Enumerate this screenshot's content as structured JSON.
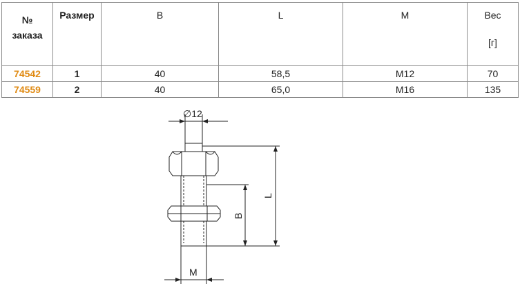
{
  "table": {
    "headers": {
      "order_line1": "№",
      "order_line2": "заказа",
      "size": "Размер",
      "b": "B",
      "l": "L",
      "m": "M",
      "weight_line1": "Вес",
      "weight_line2": "[г]"
    },
    "rows": [
      {
        "order": "74542",
        "size": "1",
        "b": "40",
        "l": "58,5",
        "m": "M12",
        "weight": "70"
      },
      {
        "order": "74559",
        "size": "2",
        "b": "40",
        "l": "65,0",
        "m": "M16",
        "weight": "135"
      }
    ]
  },
  "drawing": {
    "dim_diameter": "∅12",
    "dim_b": "B",
    "dim_l": "L",
    "dim_m": "M"
  },
  "colors": {
    "order_number": "#e08a12",
    "grid": "#8a8a8a",
    "line": "#222222"
  }
}
